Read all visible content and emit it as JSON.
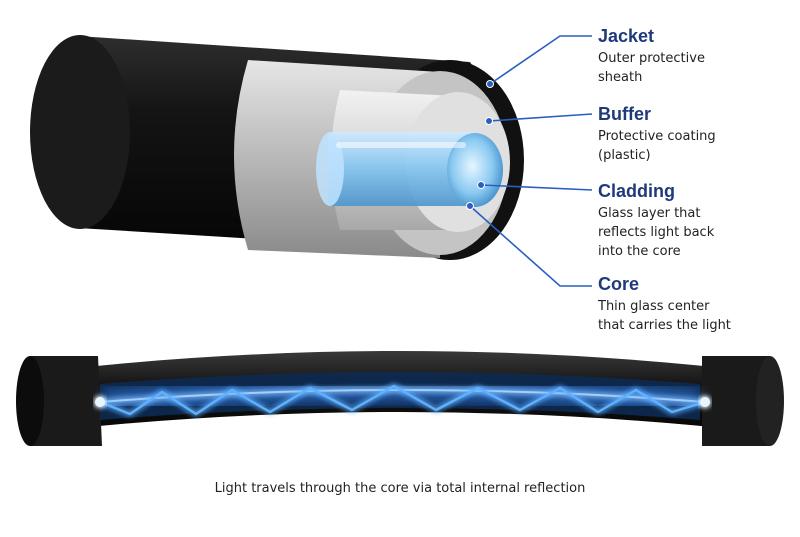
{
  "layers": [
    {
      "id": "jacket",
      "title": "Jacket",
      "description": "Outer protective sheath"
    },
    {
      "id": "buffer",
      "title": "Buffer",
      "description": "Protective coating (plastic)"
    },
    {
      "id": "cladding",
      "title": "Cladding",
      "description": "Glass layer that reflects light back into the core"
    },
    {
      "id": "core",
      "title": "Core",
      "description": "Thin glass center that carries the light"
    }
  ],
  "caption": "Light travels through the core via total internal reflection",
  "colors": {
    "jacket": "#151515",
    "buffer": "#c8c8c8",
    "cladding": "#dedede",
    "core": "#7fc3f0",
    "leader_line": "#2a5fbf",
    "title_text": "#1f3a7a",
    "light_beam": "#3b8cff"
  }
}
